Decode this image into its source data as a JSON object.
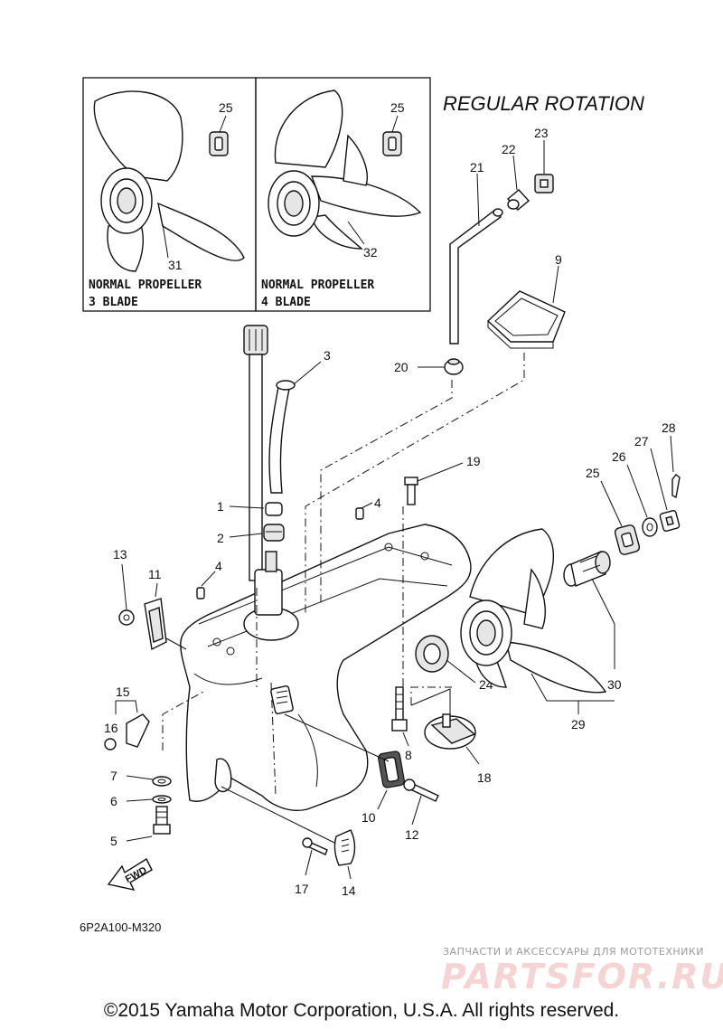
{
  "heading": "REGULAR ROTATION",
  "inset_boxes": [
    {
      "line1": "NORMAL PROPELLER",
      "line2": "3 BLADE"
    },
    {
      "line1": "NORMAL PROPELLER",
      "line2": "4 BLADE"
    }
  ],
  "callouts": {
    "n1": "1",
    "n2": "2",
    "n3": "3",
    "n4a": "4",
    "n4b": "4",
    "n5": "5",
    "n6": "6",
    "n7": "7",
    "n8": "8",
    "n9": "9",
    "n10": "10",
    "n11": "11",
    "n12": "12",
    "n13": "13",
    "n14": "14",
    "n15": "15",
    "n16": "16",
    "n17": "17",
    "n18": "18",
    "n19": "19",
    "n20": "20",
    "n21": "21",
    "n22": "22",
    "n23": "23",
    "n24": "24",
    "n25a": "25",
    "n25b": "25",
    "n25c": "25",
    "n26": "26",
    "n27": "27",
    "n28": "28",
    "n29": "29",
    "n30": "30",
    "n31": "31",
    "n32": "32"
  },
  "fwd_label": "FWD",
  "diagram_code": "6P2A100-M320",
  "watermark": {
    "tagline": "ЗАПЧАСТИ И АКСЕССУАРЫ ДЛЯ МОТОТЕХНИКИ",
    "brand": "PARTSFOR.RU"
  },
  "copyright": "©2015 Yamaha Motor Corporation, U.S.A. All rights reserved."
}
